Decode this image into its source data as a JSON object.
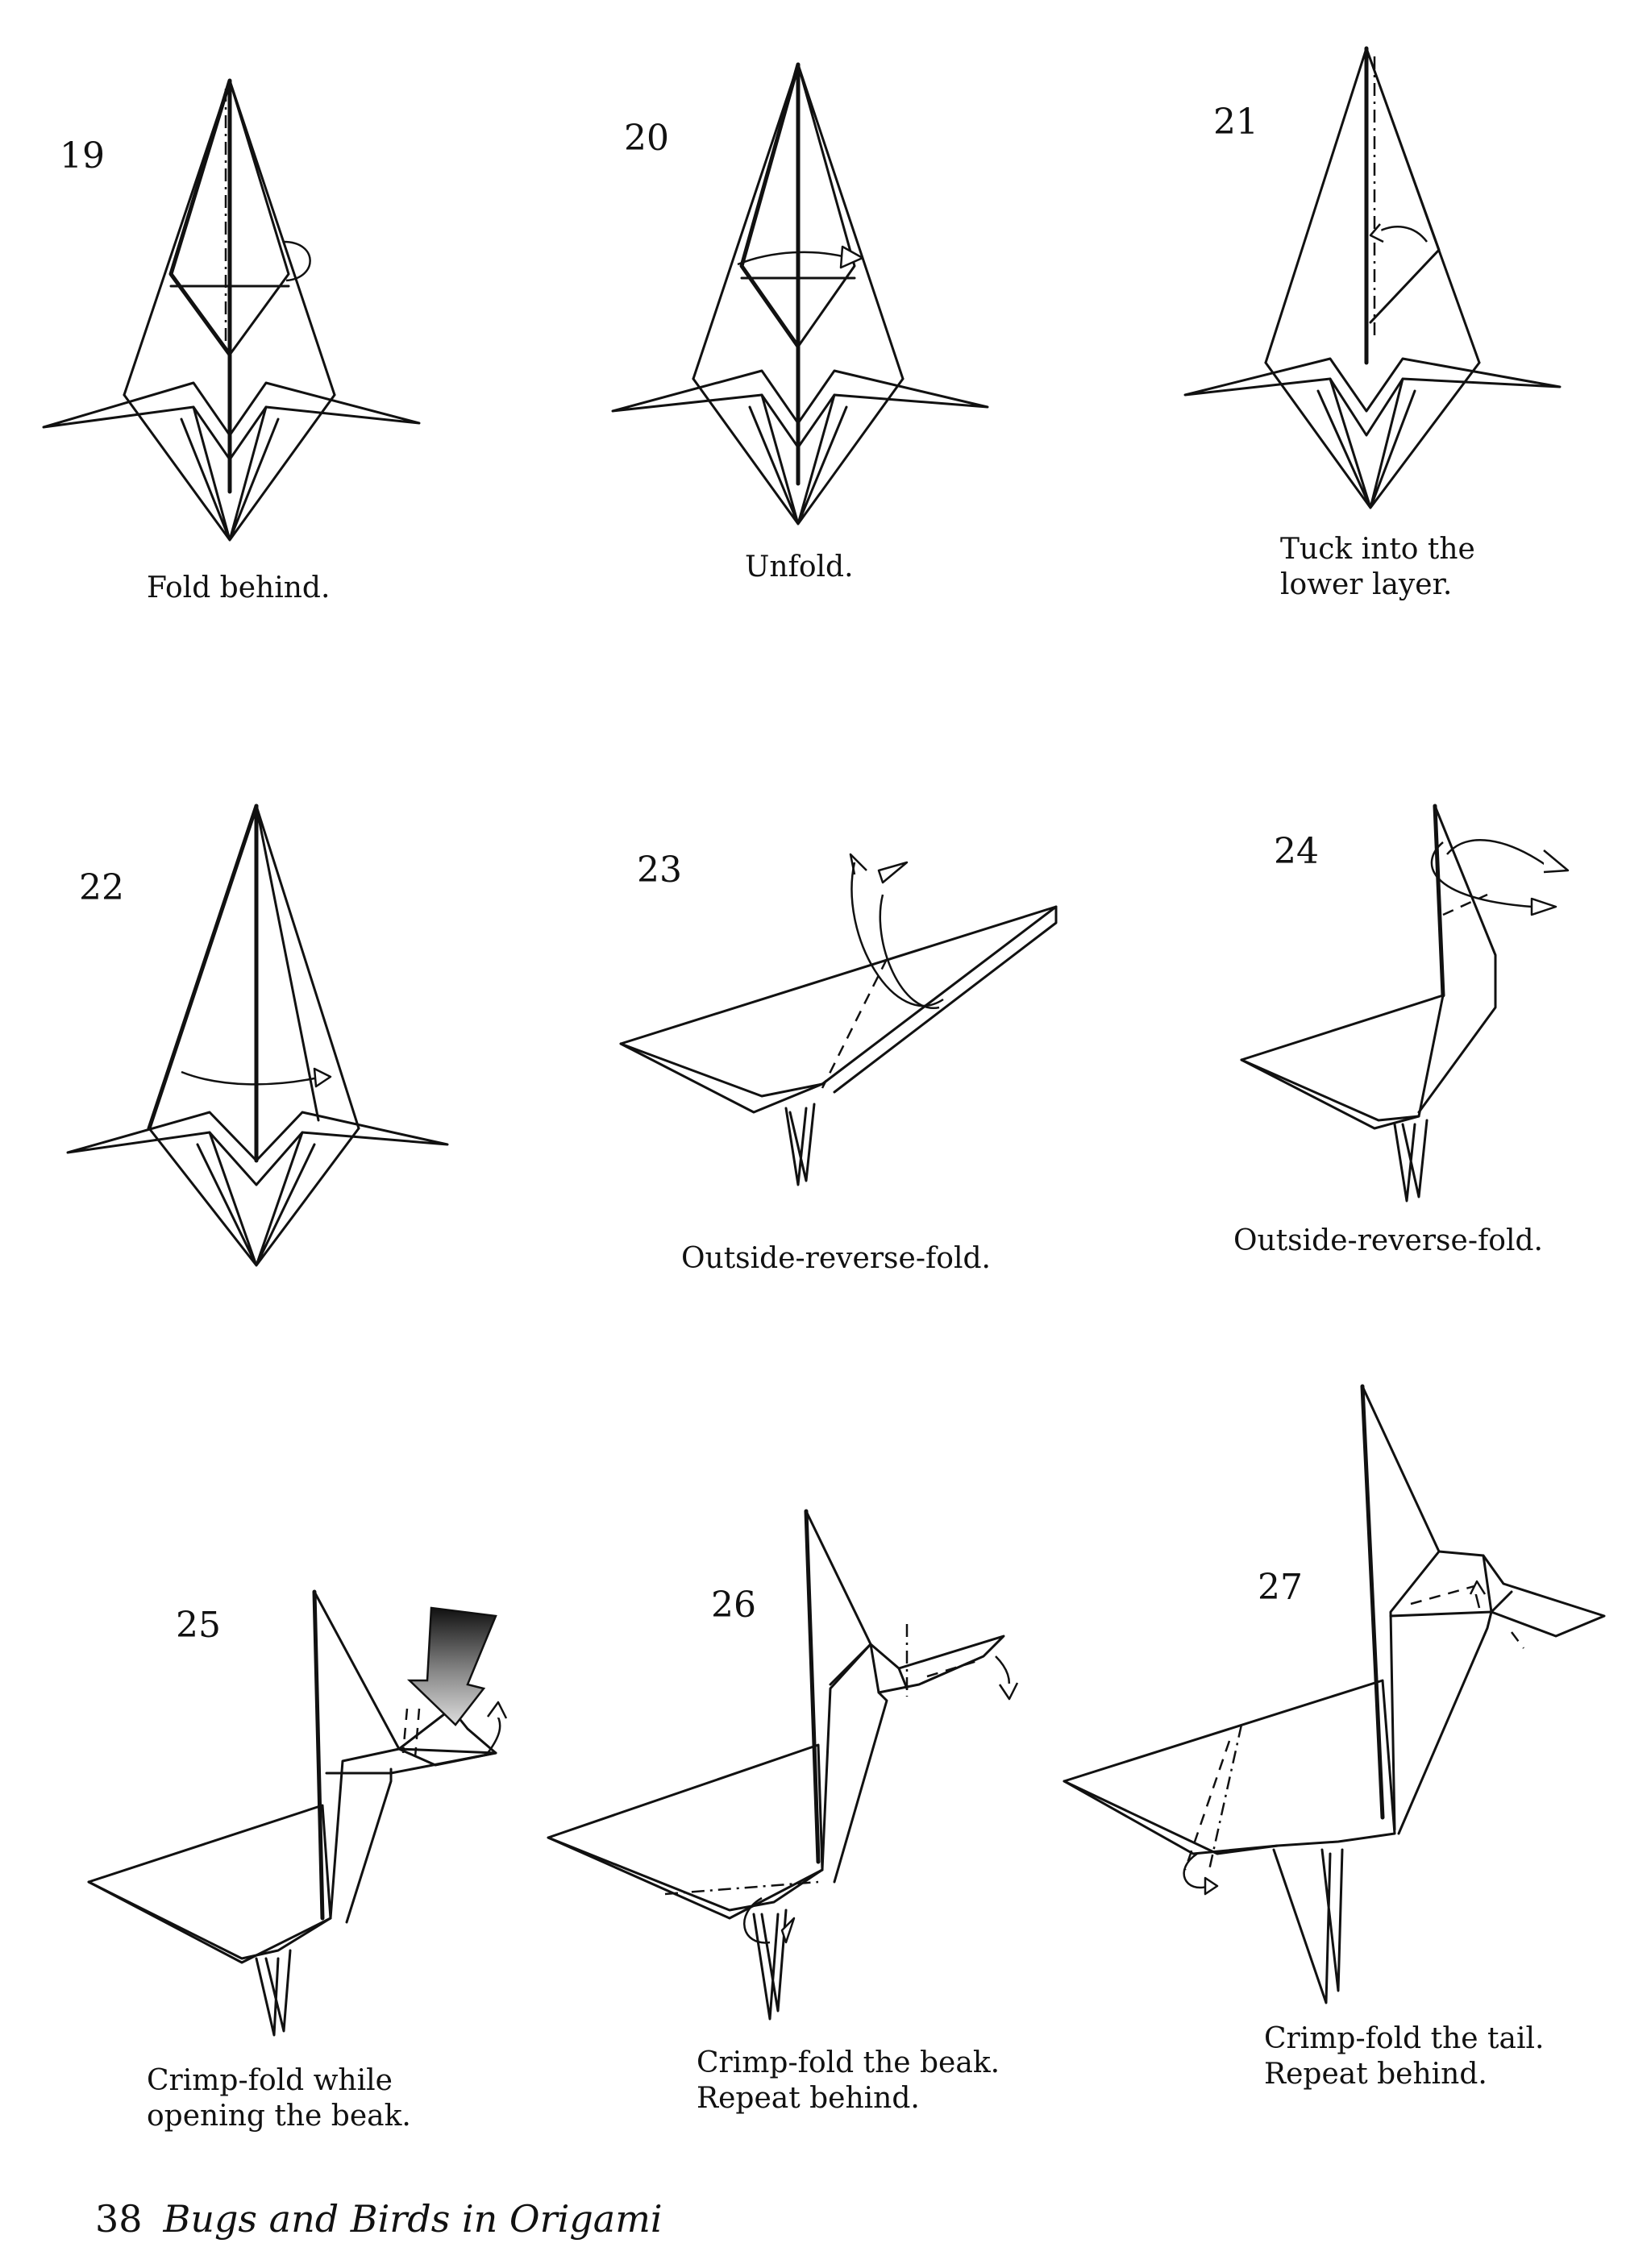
{
  "steps": [
    {
      "number": "19",
      "caption": "Fold behind."
    },
    {
      "number": "20",
      "caption": "Unfold."
    },
    {
      "number": "21",
      "caption": "Tuck into the\nlower layer."
    },
    {
      "number": "22",
      "caption": ""
    },
    {
      "number": "23",
      "caption": "Outside-reverse-fold."
    },
    {
      "number": "24",
      "caption": "Outside-reverse-fold."
    },
    {
      "number": "25",
      "caption": "Crimp-fold while\nopening the beak."
    },
    {
      "number": "26",
      "caption": "Crimp-fold the beak.\nRepeat behind."
    },
    {
      "number": "27",
      "caption": "Crimp-fold the tail.\nRepeat behind."
    }
  ],
  "footer": {
    "page_number": "38",
    "book_title": "Bugs and Birds in Origami"
  },
  "colors": {
    "ink": "#111111",
    "paper": "#ffffff"
  }
}
